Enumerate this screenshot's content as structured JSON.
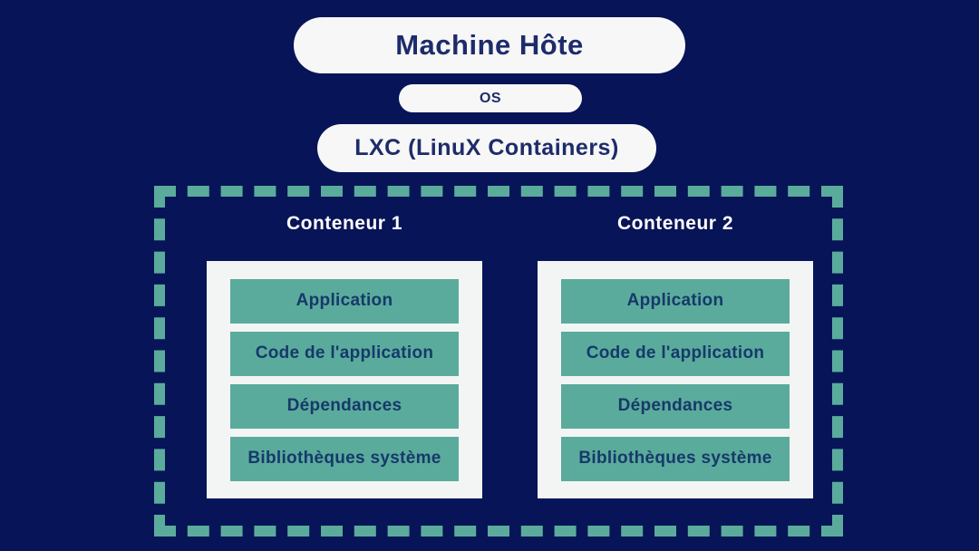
{
  "diagram": {
    "host": {
      "label": "Machine Hôte"
    },
    "os": {
      "label": "OS"
    },
    "lxc": {
      "label": "LXC (LinuX Containers)"
    },
    "containers": [
      {
        "title": "Conteneur 1",
        "layers": [
          "Application",
          "Code de l'application",
          "Dépendances",
          "Bibliothèques système"
        ]
      },
      {
        "title": "Conteneur 2",
        "layers": [
          "Application",
          "Code de l'application",
          "Dépendances",
          "Bibliothèques système"
        ]
      }
    ],
    "colors": {
      "background": "#071457",
      "pill_bg": "#f6f7f6",
      "pill_text": "#1e2b6b",
      "teal": "#5aab9c",
      "bar_text": "#16396a",
      "container_bg": "#f2f5f4",
      "container_title": "#ffffff"
    }
  }
}
